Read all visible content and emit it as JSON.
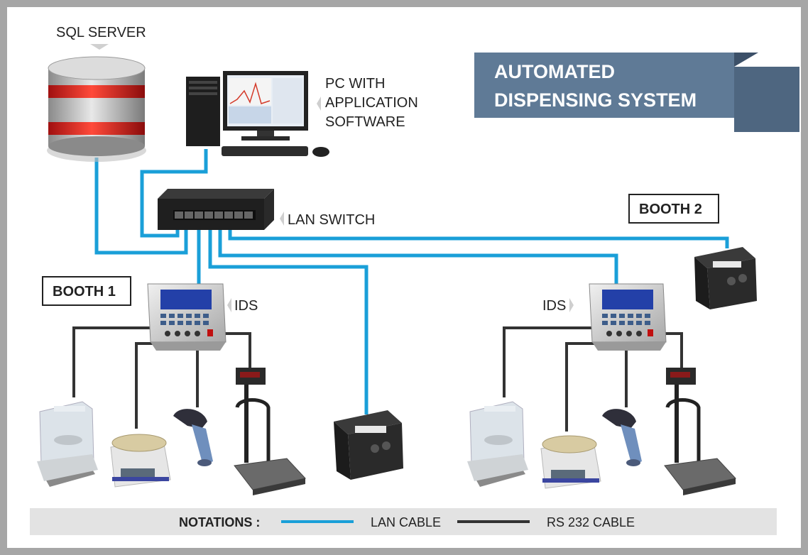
{
  "title": {
    "line1": "AUTOMATED",
    "line2": "DISPENSING SYSTEM"
  },
  "nodes": {
    "sql_server": "SQL SERVER",
    "pc": {
      "line1": "PC WITH",
      "line2": "APPLICATION",
      "line3": "SOFTWARE"
    },
    "lan_switch": "LAN SWITCH",
    "booth1": "BOOTH 1",
    "booth2": "BOOTH 2",
    "ids_left": "IDS",
    "ids_right": "IDS"
  },
  "legend": {
    "heading": "NOTATIONS :",
    "lan": "LAN CABLE",
    "rs232": "RS 232 CABLE"
  },
  "colors": {
    "lan": "#1a9fd8",
    "rs232": "#333333",
    "title_box": "#5f7a96",
    "title_box_dark": "#4e6680",
    "frame": "#a6a6a6",
    "legend_bar": "#e3e3e3"
  }
}
